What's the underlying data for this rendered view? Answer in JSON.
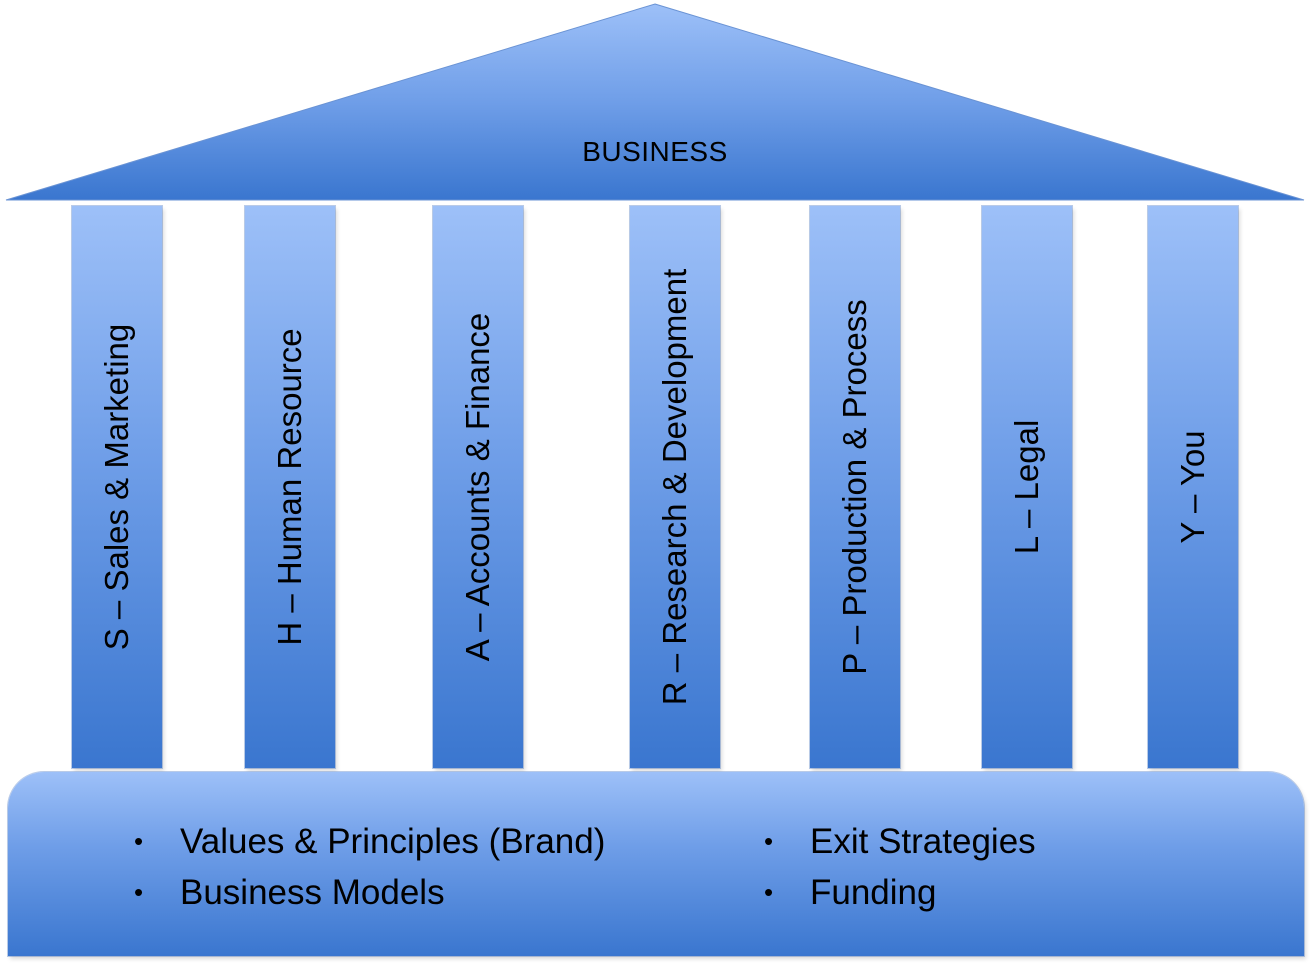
{
  "roof": {
    "title": "BUSINESS"
  },
  "pillars": [
    {
      "label": "S – Sales & Marketing"
    },
    {
      "label": "H – Human Resource"
    },
    {
      "label": "A – Accounts & Finance"
    },
    {
      "label": "R – Research & Development"
    },
    {
      "label": "P – Production & Process"
    },
    {
      "label": "L – Legal"
    },
    {
      "label": "Y – You"
    }
  ],
  "foundation": {
    "bullet_glyph": "•",
    "left_items": [
      "Values & Principles (Brand)",
      "Business Models"
    ],
    "right_items": [
      "Exit Strategies",
      "Funding"
    ]
  },
  "colors": {
    "light_blue": "#9dc0f8",
    "mid_blue": "#6f9ee8",
    "dark_blue": "#3a76cf"
  }
}
